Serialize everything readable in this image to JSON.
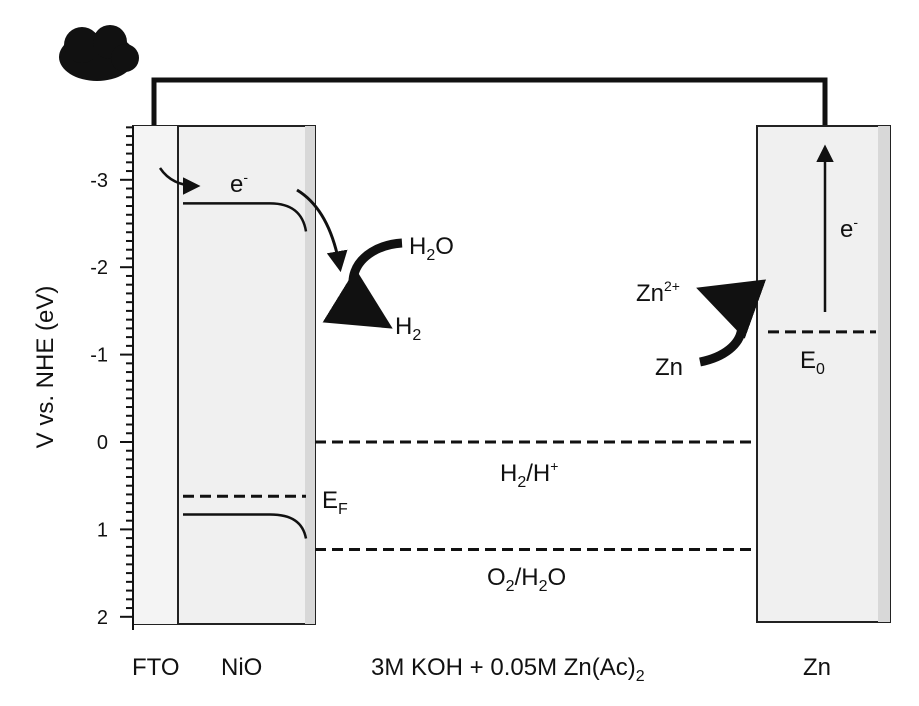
{
  "axis": {
    "ylabel": "V vs. NHE (eV)",
    "ticks": [
      {
        "value": -3,
        "label": "-3"
      },
      {
        "value": -2,
        "label": "-2"
      },
      {
        "value": -1,
        "label": "-1"
      },
      {
        "value": 0,
        "label": "0"
      },
      {
        "value": 1,
        "label": "1"
      },
      {
        "value": 2,
        "label": "2"
      }
    ],
    "range": [
      -3.6,
      2.0
    ]
  },
  "levels": {
    "nio_vb_ev": 0.83,
    "nio_cb_ev": -2.73,
    "fermi_ev": 0.62,
    "h2_h_ev": 0.0,
    "o2_h2o_ev": 1.23,
    "zn_e0_ev": -1.26
  },
  "labels": {
    "electron_left": "e",
    "electron_right": "e",
    "electron_sup": "-",
    "h2o_main": "H",
    "h2o_sub": "2",
    "h2o_end": "O",
    "h2_main": "H",
    "h2_sub": "2",
    "zn2_main": "Zn",
    "zn2_sup": "2+",
    "zn": "Zn",
    "e0_main": "E",
    "e0_sub": "0",
    "ef_main": "E",
    "ef_sub": "F",
    "h2h_a": "H",
    "h2h_sub": "2",
    "h2h_b": "/H",
    "h2h_sup": "+",
    "o2_a": "O",
    "o2_sub": "2",
    "o2_b": "/H",
    "o2_sub2": "2",
    "o2_c": "O"
  },
  "bottom_labels": {
    "fto": "FTO",
    "nio": "NiO",
    "electrolyte_main": "3M KOH + 0.05M Zn(Ac)",
    "electrolyte_sub": "2",
    "zn": "Zn"
  }
}
